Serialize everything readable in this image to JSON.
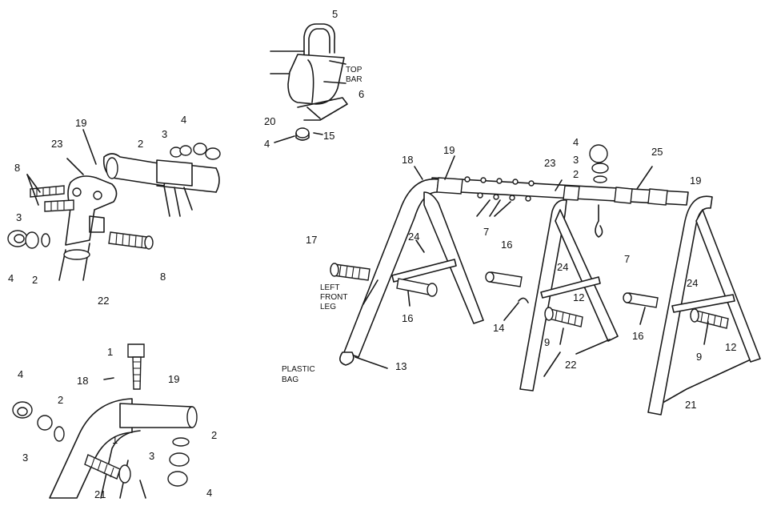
{
  "labels": {
    "n1a": "1",
    "n1b": "1",
    "n2a": "2",
    "n2b": "2",
    "n2c": "2",
    "n2d": "2",
    "n2e": "2",
    "n3a": "3",
    "n3b": "3",
    "n3c": "3",
    "n3d": "3",
    "n3e": "3",
    "n4a": "4",
    "n4b": "4",
    "n4c": "4",
    "n4d": "4",
    "n4e": "4",
    "n4f": "4",
    "n5": "5",
    "n6": "6",
    "n7a": "7",
    "n7b": "7",
    "n8a": "8",
    "n8b": "8",
    "n9a": "9",
    "n9b": "9",
    "n12a": "12",
    "n12b": "12",
    "n13": "13",
    "n14": "14",
    "n15": "15",
    "n16a": "16",
    "n16b": "16",
    "n16c": "16",
    "n17": "17",
    "n18a": "18",
    "n18b": "18",
    "n19a": "19",
    "n19b": "19",
    "n19c": "19",
    "n19d": "19",
    "n20": "20",
    "n21a": "21",
    "n21b": "21",
    "n22a": "22",
    "n22b": "22",
    "n23a": "23",
    "n23b": "23",
    "n24a": "24",
    "n24b": "24",
    "n24c": "24",
    "n25": "25",
    "top_bar_1": "TOP",
    "top_bar_2": "BAR",
    "left_front_1": "LEFT",
    "left_front_2": "FRONT",
    "left_front_3": "LEG",
    "plastic_1": "PLASTIC",
    "plastic_2": "BAG"
  }
}
